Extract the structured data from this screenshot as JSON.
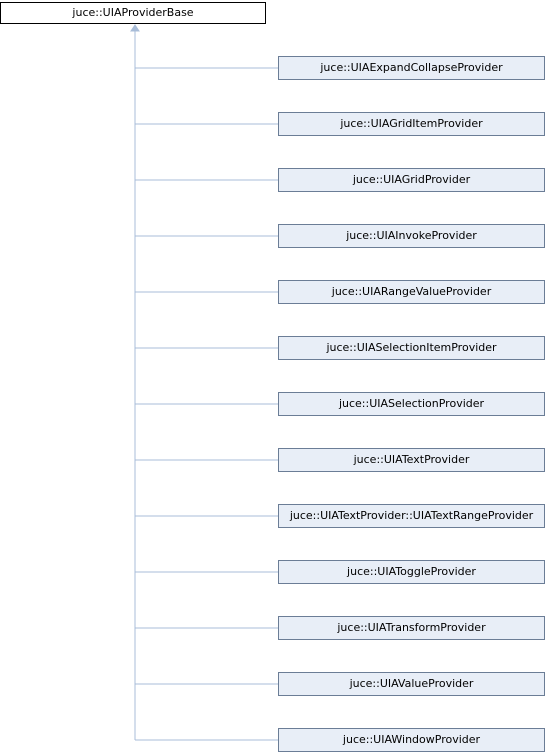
{
  "base_class": {
    "label": "juce::UIAProviderBase"
  },
  "derived_classes": [
    {
      "label": "juce::UIAExpandCollapseProvider"
    },
    {
      "label": "juce::UIAGridItemProvider"
    },
    {
      "label": "juce::UIAGridProvider"
    },
    {
      "label": "juce::UIAInvokeProvider"
    },
    {
      "label": "juce::UIARangeValueProvider"
    },
    {
      "label": "juce::UIASelectionItemProvider"
    },
    {
      "label": "juce::UIASelectionProvider"
    },
    {
      "label": "juce::UIATextProvider"
    },
    {
      "label": "juce::UIATextProvider::UIATextRangeProvider"
    },
    {
      "label": "juce::UIAToggleProvider"
    },
    {
      "label": "juce::UIATransformProvider"
    },
    {
      "label": "juce::UIAValueProvider"
    },
    {
      "label": "juce::UIAWindowProvider"
    }
  ],
  "colors": {
    "connector": "#a8bcd8",
    "node_fill": "#e8eef7",
    "node_border": "#6b7d96"
  }
}
